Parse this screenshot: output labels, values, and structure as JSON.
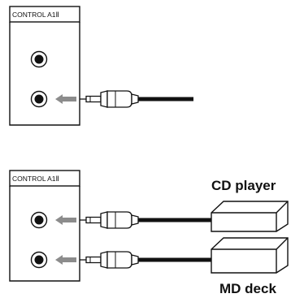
{
  "figure_top": {
    "panel_label": "CONTROL A1Ⅱ"
  },
  "figure_bottom": {
    "panel_label": "CONTROL A1Ⅱ",
    "device_top_label": "CD player",
    "device_bottom_label": "MD deck"
  },
  "colors": {
    "line": "#111111",
    "arrow": "#8c8c8c",
    "cable": "#111111",
    "background": "#ffffff"
  }
}
